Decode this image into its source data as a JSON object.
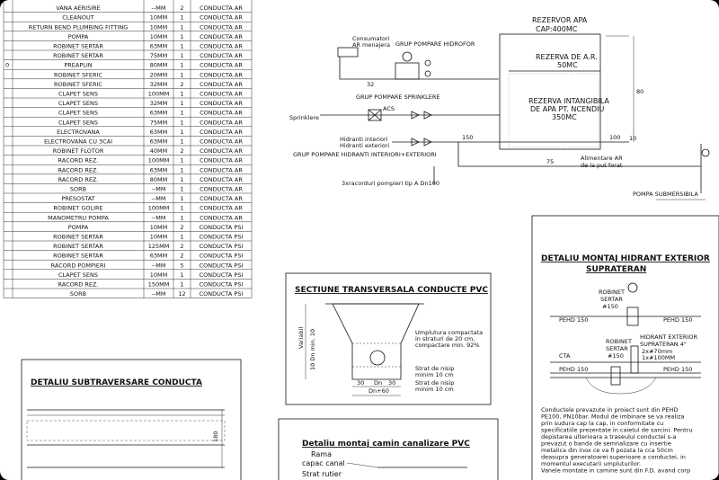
{
  "table": {
    "rows": [
      {
        "n": "",
        "name": "VANA AERISIRE",
        "dn": "--MM",
        "qty": "2",
        "dest": "CONDUCTA AR"
      },
      {
        "n": "",
        "name": "CLEANOUT",
        "dn": "10MM",
        "qty": "1",
        "dest": "CONDUCTA AR"
      },
      {
        "n": "",
        "name": "RETURN BEND PLUMBING FITTING",
        "dn": "10MM",
        "qty": "1",
        "dest": "CONDUCTA AR"
      },
      {
        "n": "",
        "name": "POMPA",
        "dn": "10MM",
        "qty": "1",
        "dest": "CONDUCTA AR"
      },
      {
        "n": "",
        "name": "ROBINET SERTAR",
        "dn": "63MM",
        "qty": "1",
        "dest": "CONDUCTA AR"
      },
      {
        "n": "",
        "name": "ROBINET SERTAR",
        "dn": "75MM",
        "qty": "1",
        "dest": "CONDUCTA AR"
      },
      {
        "n": "0",
        "name": "PREAPLIN",
        "dn": "80MM",
        "qty": "1",
        "dest": "CONDUCTA AR"
      },
      {
        "n": "",
        "name": "ROBINET SFERIC",
        "dn": "20MM",
        "qty": "1",
        "dest": "CONDUCTA AR"
      },
      {
        "n": "",
        "name": "ROBINET SFERIC",
        "dn": "32MM",
        "qty": "2",
        "dest": "CONDUCTA AR"
      },
      {
        "n": "",
        "name": "CLAPET SENS",
        "dn": "100MM",
        "qty": "1",
        "dest": "CONDUCTA AR"
      },
      {
        "n": "",
        "name": "CLAPET SENS",
        "dn": "32MM",
        "qty": "1",
        "dest": "CONDUCTA AR"
      },
      {
        "n": "",
        "name": "CLAPET SENS",
        "dn": "63MM",
        "qty": "1",
        "dest": "CONDUCTA AR"
      },
      {
        "n": "",
        "name": "CLAPET SENS",
        "dn": "75MM",
        "qty": "1",
        "dest": "CONDUCTA AR"
      },
      {
        "n": "",
        "name": "ELECTROVANA",
        "dn": "63MM",
        "qty": "1",
        "dest": "CONDUCTA AR"
      },
      {
        "n": "",
        "name": "ELECTROVANA CU 3CAI",
        "dn": "63MM",
        "qty": "1",
        "dest": "CONDUCTA AR"
      },
      {
        "n": "",
        "name": "ROBINET FLOTOR",
        "dn": "40MM",
        "qty": "2",
        "dest": "CONDUCTA AR"
      },
      {
        "n": "",
        "name": "RACORD REZ.",
        "dn": "100MM",
        "qty": "1",
        "dest": "CONDUCTA AR"
      },
      {
        "n": "",
        "name": "RACORD REZ.",
        "dn": "63MM",
        "qty": "1",
        "dest": "CONDUCTA AR"
      },
      {
        "n": "",
        "name": "RACORD REZ.",
        "dn": "80MM",
        "qty": "1",
        "dest": "CONDUCTA AR"
      },
      {
        "n": "",
        "name": "SORB",
        "dn": "--MM",
        "qty": "1",
        "dest": "CONDUCTA AR"
      },
      {
        "n": "",
        "name": "PRESOSTAT",
        "dn": "--MM",
        "qty": "1",
        "dest": "CONDUCTA AR"
      },
      {
        "n": "",
        "name": "ROBINET GOLIRE",
        "dn": "100MM",
        "qty": "1",
        "dest": "CONDUCTA AR"
      },
      {
        "n": "",
        "name": "MANOMETRU POMPA",
        "dn": "--MM",
        "qty": "1",
        "dest": "CONDUCTA AR"
      },
      {
        "n": "",
        "name": "POMPA",
        "dn": "10MM",
        "qty": "2",
        "dest": "CONDUCTA PSI"
      },
      {
        "n": "",
        "name": "ROBINET SERTAR",
        "dn": "10MM",
        "qty": "1",
        "dest": "CONDUCTA PSI"
      },
      {
        "n": "",
        "name": "ROBINET SERTAR",
        "dn": "125MM",
        "qty": "2",
        "dest": "CONDUCTA PSI"
      },
      {
        "n": "",
        "name": "ROBINET SERTAR",
        "dn": "63MM",
        "qty": "2",
        "dest": "CONDUCTA PSI"
      },
      {
        "n": "",
        "name": "RACORD POMPIERI",
        "dn": "--MM",
        "qty": "5",
        "dest": "CONDUCTA PSI"
      },
      {
        "n": "",
        "name": "CLAPET SENS",
        "dn": "10MM",
        "qty": "1",
        "dest": "CONDUCTA PSI"
      },
      {
        "n": "",
        "name": "RACORD REZ.",
        "dn": "150MM",
        "qty": "1",
        "dest": "CONDUCTA PSI"
      },
      {
        "n": "",
        "name": "SORB",
        "dn": "--MM",
        "qty": "12",
        "dest": "CONDUCTA PSI"
      }
    ]
  },
  "scheme": {
    "rezervor_title": "REZERVOR APA",
    "rezervor_cap": "CAP:400MC",
    "rezerva_ar": "REZERVA DE A.R.",
    "rezerva_ar_vol": "50MC",
    "rezerva_inc_1": "REZERVA INTANGIBILA",
    "rezerva_inc_2": "DE APA PT. NCENDIU",
    "rezerva_inc_vol": "350MC",
    "consumatori_1": "Consumatori",
    "consumatori_2": "AR menajera",
    "grup_hidrofor": "GRUP POMPARE HIDROFOR",
    "grup_sprinklere": "GRUP POMPARE SPRINKLERE",
    "acs": "ACS",
    "sprinklere": "Sprinklere",
    "hidranti_int": "Hidranti interiori",
    "hidranti_ext": "Hidranti exteriori",
    "grup_hidranti": "GRUP POMPARE HIDRANTI INTERIORI+EXTERIORI",
    "racorduri": "3xracorduri pompieri tip A Dn100",
    "alimentare_1": "Alimentare AR",
    "alimentare_2": "de la put forat",
    "pompa_sub": "POMPA SUBMERSIBILA",
    "dim_80": "80",
    "dim_32": "32",
    "dim_150": "150",
    "dim_100": "100",
    "dim_75": "75",
    "dim_10": "10"
  },
  "sectiune": {
    "title": "SECTIUNE TRANSVERSALA CONDUCTE PVC",
    "umplutura_1": "Umplutura compactata",
    "umplutura_2": "in straturi de 20 cm,",
    "umplutura_3": "compactare min. 92%",
    "strat1_1": "Strat de nisip",
    "strat1_2": "minim 10 cm",
    "strat2_1": "Strat de nisip",
    "strat2_2": "minim 10 cm",
    "dim_30a": "30",
    "dim_dn": "Dn",
    "dim_30b": "30",
    "dim_dn60": "Dn+60",
    "side_variabil": "Variabil",
    "side_dn": "10 Dn min. 10"
  },
  "hidrant": {
    "title_1": "DETALIU MONTAJ HIDRANT EXTERIOR",
    "title_2": "SUPRATERAN",
    "robinet_1": "ROBINET",
    "robinet_2": "SERTAR",
    "robinet_3": "#150",
    "pehd_1": "PEHD 150",
    "pehd_2": "PEHD 150",
    "hidrant_1": "HIDRANT EXTERIOR",
    "hidrant_2": "SUPRATERAN 4\"",
    "robinet_b1": "ROBINET",
    "robinet_b2": "SERTAR",
    "robinet_b3": "#150",
    "spec_1": "2x#70mm",
    "spec_2": "1x#100MM",
    "cta": "CTA",
    "pehd_3": "PEHD 150",
    "pehd_4": "PEHD 150",
    "note": [
      "Conductele prevazute in proiect sunt din PEHD",
      "PE100, PN10bar. Modul de imbinare se va realiza",
      "prin sudura cap la cap, in conformitate cu",
      "specificatiile prezentate in caietul de sarcini. Pentru",
      "depistarea ulterioara a traseului conductei s-a",
      "prevazut o banda de semnalizare cu insertie",
      "metalica din inox ce va fi pozata la cca 50cm",
      "deasupra generatoarei superioare a conductei, in",
      "momentul executarii umpluturilor.",
      "Vanele montate in camine sunt din F.D. avand corp"
    ]
  },
  "subtraversare": {
    "title": "DETALIU SUBTRAVERSARE CONDUCTA",
    "dim": "180"
  },
  "camin": {
    "title": "Detaliu montaj camin canalizare PVC",
    "rama": "Rama",
    "capac": "capac canal",
    "strat": "Strat rutier"
  }
}
